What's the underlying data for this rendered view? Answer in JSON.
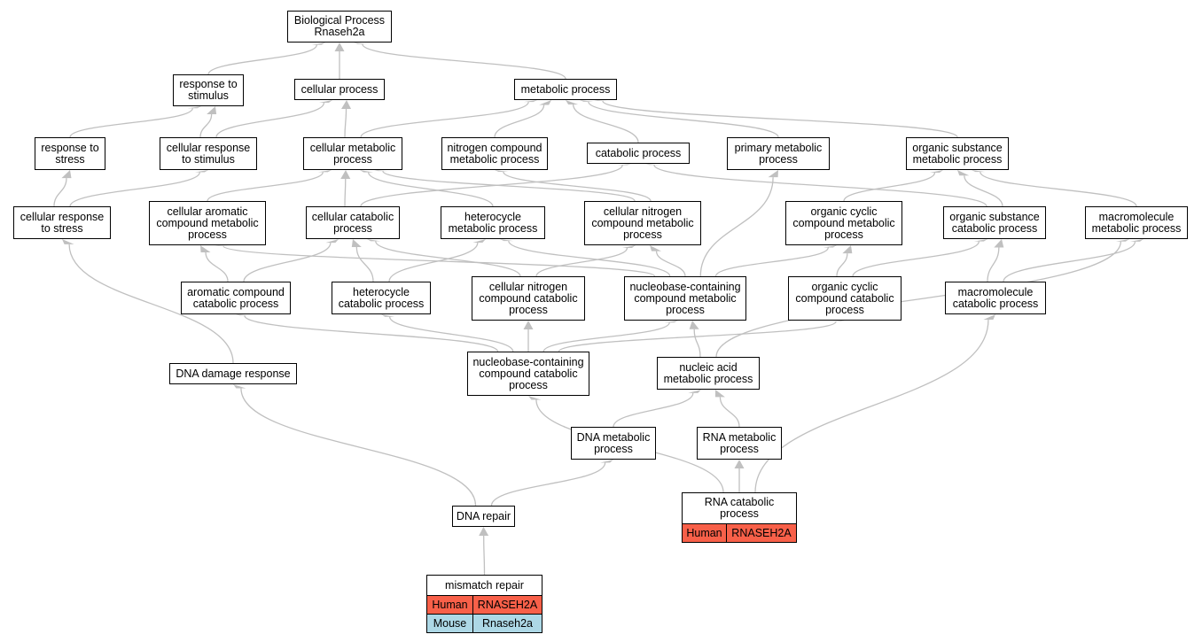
{
  "nodes": {
    "bp_root": "Biological Process\nRnaseh2a",
    "response_to_stimulus": "response to\nstimulus",
    "cellular_process": "cellular process",
    "metabolic_process": "metabolic process",
    "response_to_stress": "response to\nstress",
    "cellular_response_to_stimulus": "cellular response\nto stimulus",
    "cellular_metabolic_process": "cellular metabolic\nprocess",
    "nitrogen_compound_metabolic_process": "nitrogen compound\nmetabolic process",
    "catabolic_process": "catabolic process",
    "primary_metabolic_process": "primary metabolic\nprocess",
    "organic_substance_metabolic_process": "organic substance\nmetabolic process",
    "cellular_response_to_stress": "cellular response\nto stress",
    "cellular_aromatic_compound_metabolic_process": "cellular aromatic\ncompound metabolic\nprocess",
    "cellular_catabolic_process": "cellular catabolic\nprocess",
    "heterocycle_metabolic_process": "heterocycle\nmetabolic process",
    "cellular_nitrogen_compound_metabolic_process": "cellular nitrogen\ncompound metabolic\nprocess",
    "organic_cyclic_compound_metabolic_process": "organic cyclic\ncompound metabolic\nprocess",
    "organic_substance_catabolic_process": "organic substance\ncatabolic process",
    "macromolecule_metabolic_process": "macromolecule\nmetabolic process",
    "aromatic_compound_catabolic_process": "aromatic compound\ncatabolic process",
    "heterocycle_catabolic_process": "heterocycle\ncatabolic process",
    "cellular_nitrogen_compound_catabolic_process": "cellular nitrogen\ncompound catabolic\nprocess",
    "nucleobase_containing_compound_metabolic_process": "nucleobase-containing\ncompound metabolic\nprocess",
    "organic_cyclic_compound_catabolic_process": "organic cyclic\ncompound catabolic\nprocess",
    "macromolecule_catabolic_process": "macromolecule\ncatabolic process",
    "dna_damage_response": "DNA damage response",
    "nucleobase_containing_compound_catabolic_process": "nucleobase-containing\ncompound catabolic\nprocess",
    "nucleic_acid_metabolic_process": "nucleic acid\nmetabolic process",
    "dna_metabolic_process": "DNA metabolic\nprocess",
    "rna_metabolic_process": "RNA metabolic\nprocess",
    "dna_repair": "DNA repair"
  },
  "annotated": {
    "rna_catabolic_process": {
      "title": "RNA catabolic\nprocess",
      "rows": [
        {
          "species": "Human",
          "gene": "RNASEH2A"
        }
      ]
    },
    "mismatch_repair": {
      "title": "mismatch repair",
      "rows": [
        {
          "species": "Human",
          "gene": "RNASEH2A"
        },
        {
          "species": "Mouse",
          "gene": "Rnaseh2a"
        }
      ]
    }
  },
  "colors": {
    "edge": "#c0c0c0",
    "human": "#f86049",
    "mouse": "#add8e6",
    "border": "#000000"
  },
  "edges": [
    [
      "response_to_stimulus",
      "bp_root"
    ],
    [
      "cellular_process",
      "bp_root"
    ],
    [
      "metabolic_process",
      "bp_root"
    ],
    [
      "response_to_stress",
      "response_to_stimulus"
    ],
    [
      "cellular_response_to_stimulus",
      "response_to_stimulus"
    ],
    [
      "cellular_response_to_stimulus",
      "cellular_process"
    ],
    [
      "cellular_metabolic_process",
      "cellular_process"
    ],
    [
      "cellular_metabolic_process",
      "metabolic_process"
    ],
    [
      "nitrogen_compound_metabolic_process",
      "metabolic_process"
    ],
    [
      "catabolic_process",
      "metabolic_process"
    ],
    [
      "primary_metabolic_process",
      "metabolic_process"
    ],
    [
      "organic_substance_metabolic_process",
      "metabolic_process"
    ],
    [
      "cellular_response_to_stress",
      "response_to_stress"
    ],
    [
      "cellular_response_to_stress",
      "cellular_response_to_stimulus"
    ],
    [
      "cellular_aromatic_compound_metabolic_process",
      "cellular_metabolic_process"
    ],
    [
      "cellular_catabolic_process",
      "cellular_metabolic_process"
    ],
    [
      "cellular_catabolic_process",
      "catabolic_process"
    ],
    [
      "heterocycle_metabolic_process",
      "cellular_metabolic_process"
    ],
    [
      "cellular_nitrogen_compound_metabolic_process",
      "cellular_metabolic_process"
    ],
    [
      "cellular_nitrogen_compound_metabolic_process",
      "nitrogen_compound_metabolic_process"
    ],
    [
      "organic_cyclic_compound_metabolic_process",
      "organic_substance_metabolic_process"
    ],
    [
      "organic_substance_catabolic_process",
      "organic_substance_metabolic_process"
    ],
    [
      "organic_substance_catabolic_process",
      "catabolic_process"
    ],
    [
      "macromolecule_metabolic_process",
      "organic_substance_metabolic_process"
    ],
    [
      "aromatic_compound_catabolic_process",
      "cellular_aromatic_compound_metabolic_process"
    ],
    [
      "aromatic_compound_catabolic_process",
      "cellular_catabolic_process"
    ],
    [
      "heterocycle_catabolic_process",
      "cellular_catabolic_process"
    ],
    [
      "heterocycle_catabolic_process",
      "heterocycle_metabolic_process"
    ],
    [
      "cellular_nitrogen_compound_catabolic_process",
      "cellular_catabolic_process"
    ],
    [
      "cellular_nitrogen_compound_catabolic_process",
      "cellular_nitrogen_compound_metabolic_process"
    ],
    [
      "nucleobase_containing_compound_metabolic_process",
      "cellular_aromatic_compound_metabolic_process"
    ],
    [
      "nucleobase_containing_compound_metabolic_process",
      "heterocycle_metabolic_process"
    ],
    [
      "nucleobase_containing_compound_metabolic_process",
      "cellular_nitrogen_compound_metabolic_process"
    ],
    [
      "nucleobase_containing_compound_metabolic_process",
      "organic_cyclic_compound_metabolic_process"
    ],
    [
      "nucleobase_containing_compound_metabolic_process",
      "primary_metabolic_process"
    ],
    [
      "organic_cyclic_compound_catabolic_process",
      "organic_cyclic_compound_metabolic_process"
    ],
    [
      "organic_cyclic_compound_catabolic_process",
      "organic_substance_catabolic_process"
    ],
    [
      "macromolecule_catabolic_process",
      "organic_substance_catabolic_process"
    ],
    [
      "macromolecule_catabolic_process",
      "macromolecule_metabolic_process"
    ],
    [
      "dna_damage_response",
      "cellular_response_to_stress"
    ],
    [
      "nucleobase_containing_compound_catabolic_process",
      "aromatic_compound_catabolic_process"
    ],
    [
      "nucleobase_containing_compound_catabolic_process",
      "heterocycle_catabolic_process"
    ],
    [
      "nucleobase_containing_compound_catabolic_process",
      "cellular_nitrogen_compound_catabolic_process"
    ],
    [
      "nucleobase_containing_compound_catabolic_process",
      "nucleobase_containing_compound_metabolic_process"
    ],
    [
      "nucleobase_containing_compound_catabolic_process",
      "organic_cyclic_compound_catabolic_process"
    ],
    [
      "nucleic_acid_metabolic_process",
      "nucleobase_containing_compound_metabolic_process"
    ],
    [
      "nucleic_acid_metabolic_process",
      "macromolecule_metabolic_process"
    ],
    [
      "dna_metabolic_process",
      "nucleic_acid_metabolic_process"
    ],
    [
      "rna_metabolic_process",
      "nucleic_acid_metabolic_process"
    ],
    [
      "rna_catabolic_process",
      "nucleobase_containing_compound_catabolic_process"
    ],
    [
      "rna_catabolic_process",
      "rna_metabolic_process"
    ],
    [
      "rna_catabolic_process",
      "macromolecule_catabolic_process"
    ],
    [
      "dna_repair",
      "dna_damage_response"
    ],
    [
      "dna_repair",
      "dna_metabolic_process"
    ],
    [
      "mismatch_repair",
      "dna_repair"
    ]
  ]
}
